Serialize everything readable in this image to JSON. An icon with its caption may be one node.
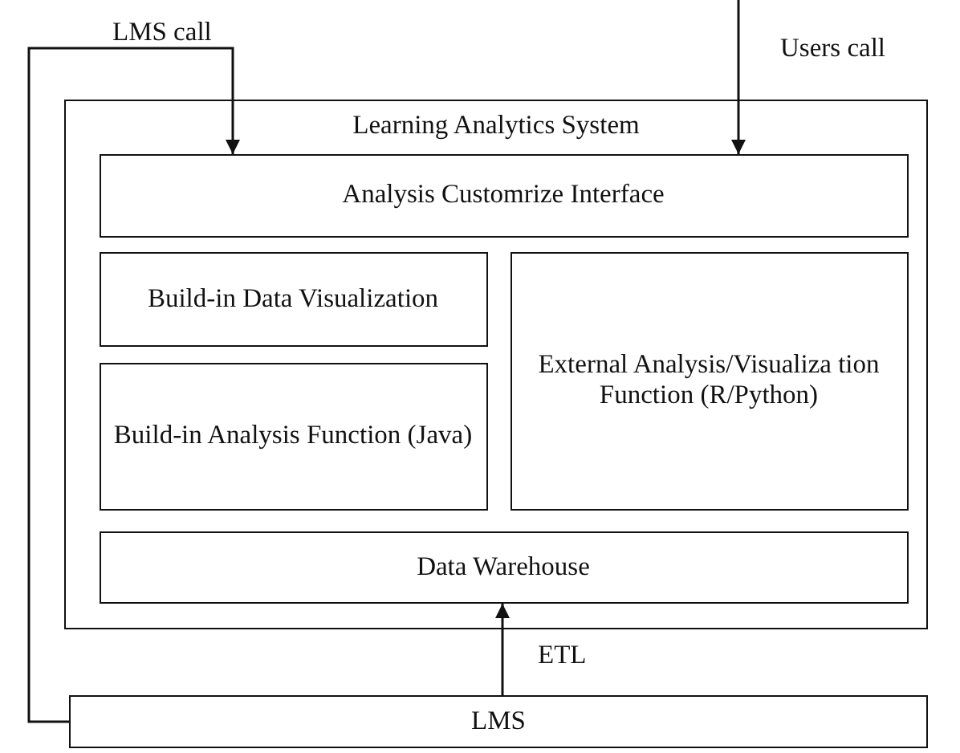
{
  "diagram": {
    "nodes": [
      {
        "text": [
          "Learning Analytics System"
        ]
      },
      {
        "text": [
          "Analysis Customrize Interface"
        ],
        "in": 0
      },
      {
        "text": [
          "Build-in Data Visualization"
        ],
        "in": 0
      },
      {
        "text": [
          "External Analysis/Visualiza tion Function (R/Python)"
        ],
        "in": 0
      },
      {
        "text": [
          "Build-in Analysis Function (Java)"
        ],
        "in": 0
      },
      {
        "text": [
          "Data Warehouse"
        ],
        "in": 0
      },
      {
        "text": [
          "LMS"
        ]
      }
    ],
    "edges": [
      {
        "from": 6,
        "to": 1,
        "arrow": "to",
        "label": "LMS call"
      },
      {
        "from": null,
        "to": 1,
        "arrow": "to",
        "label": "Users call"
      },
      {
        "from": 6,
        "to": 5,
        "arrow": "to",
        "label": "ETL"
      }
    ]
  }
}
